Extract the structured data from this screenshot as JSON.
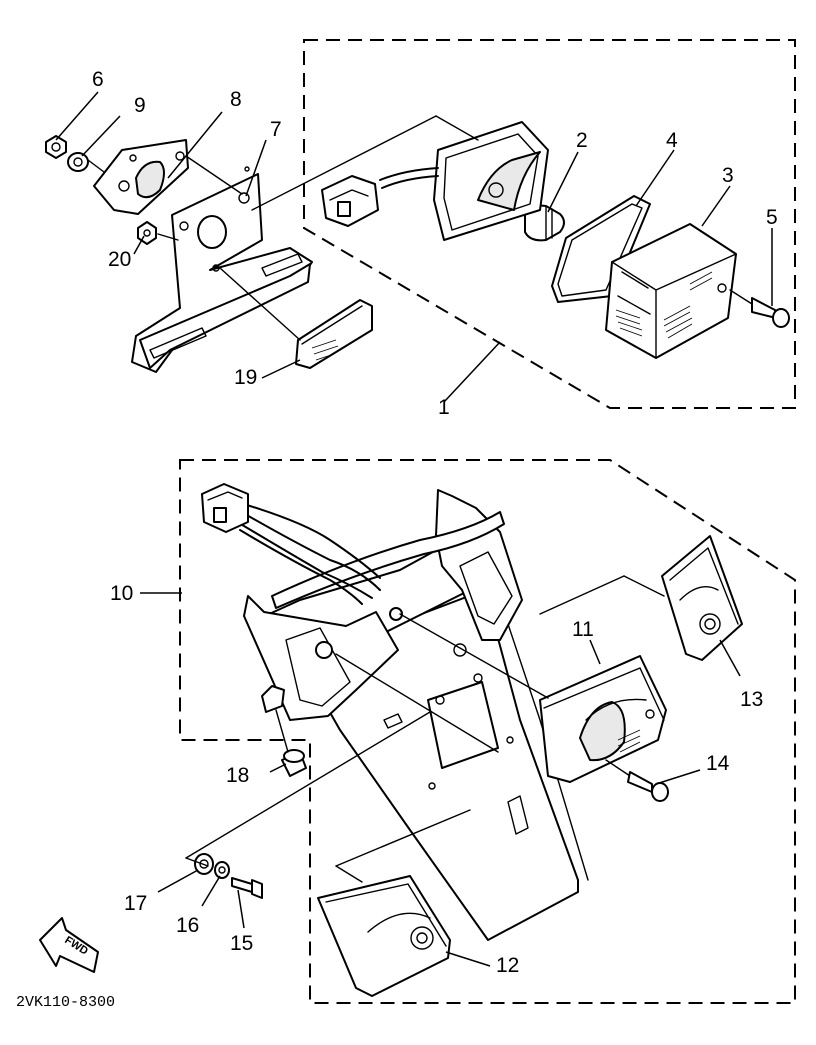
{
  "diagram": {
    "drawing_code": "2VK110-8300",
    "fwd_label": "FWD",
    "callouts": {
      "c1": "1",
      "c2": "2",
      "c3": "3",
      "c4": "4",
      "c5": "5",
      "c6": "6",
      "c7": "7",
      "c8": "8",
      "c9": "9",
      "c10": "10",
      "c11": "11",
      "c12": "12",
      "c13": "13",
      "c14": "14",
      "c15": "15",
      "c16": "16",
      "c17": "17",
      "c18": "18",
      "c19": "19",
      "c20": "20"
    }
  }
}
